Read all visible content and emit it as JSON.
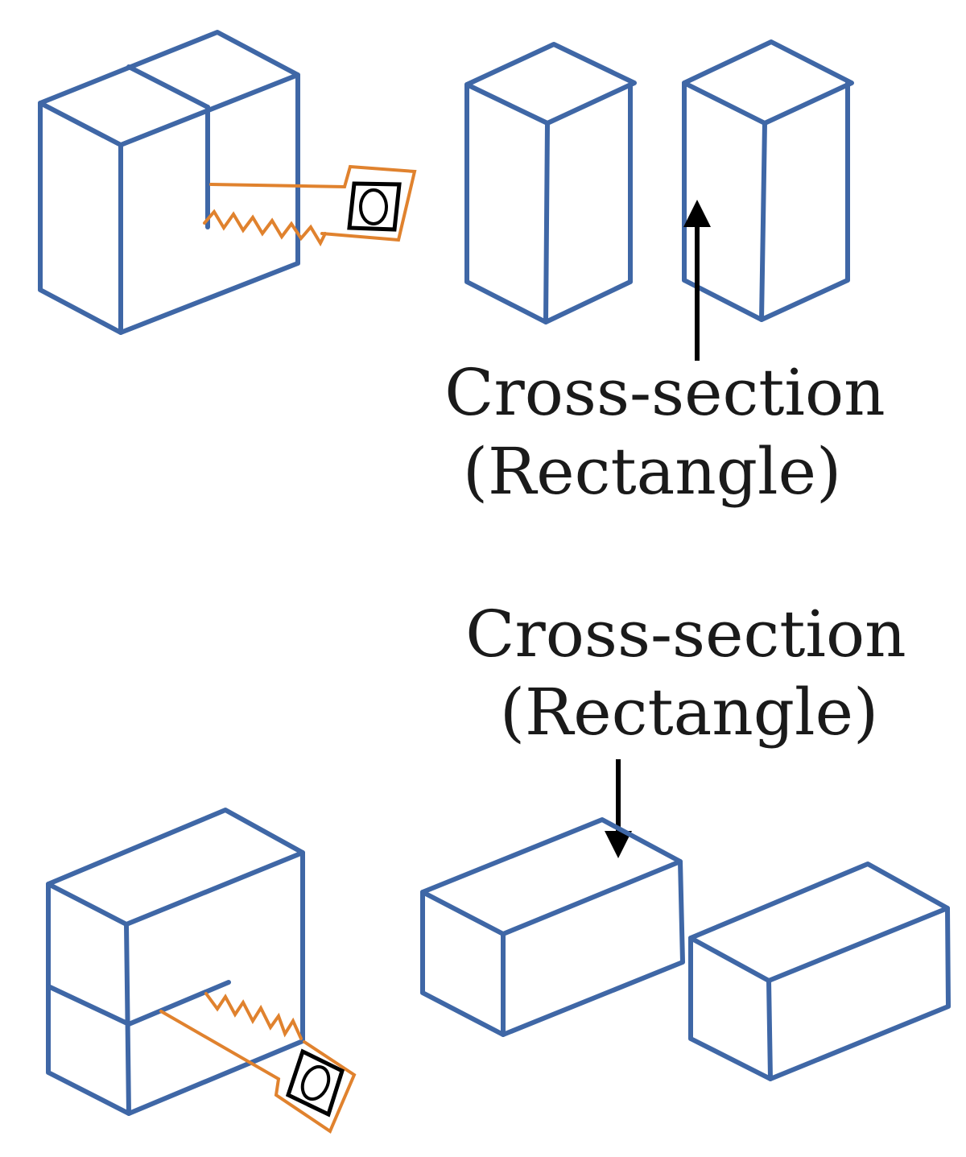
{
  "labels": {
    "top": {
      "line1": "Cross-section",
      "line2": "(Rectangle)"
    },
    "bottom": {
      "line1": "Cross-section",
      "line2": "(Rectangle)"
    }
  },
  "colors": {
    "box_outline": "#3f67a6",
    "cutter": "#e0822e",
    "insert": "#000000",
    "arrow": "#000000",
    "text": "#1a1a1a"
  }
}
